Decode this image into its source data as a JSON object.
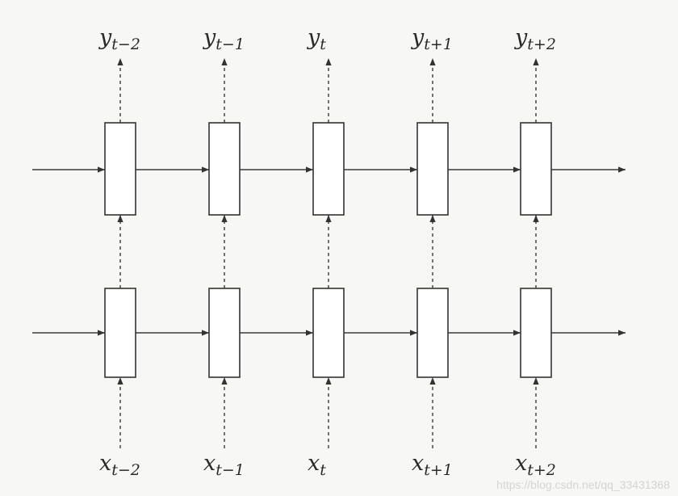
{
  "diagram": {
    "columns": [
      {
        "id": "t-2",
        "input_var": "x",
        "input_sub": "t−2",
        "output_var": "y",
        "output_sub": "t−2"
      },
      {
        "id": "t-1",
        "input_var": "x",
        "input_sub": "t−1",
        "output_var": "y",
        "output_sub": "t−1"
      },
      {
        "id": "t",
        "input_var": "x",
        "input_sub": "t",
        "output_var": "y",
        "output_sub": "t"
      },
      {
        "id": "t+1",
        "input_var": "x",
        "input_sub": "t+1",
        "output_var": "y",
        "output_sub": "t+1"
      },
      {
        "id": "t+2",
        "input_var": "x",
        "input_sub": "t+2",
        "output_var": "y",
        "output_sub": "t+2"
      }
    ],
    "layers": [
      "upper",
      "lower"
    ]
  },
  "watermark": "https://blog.csdn.net/qq_33431368"
}
